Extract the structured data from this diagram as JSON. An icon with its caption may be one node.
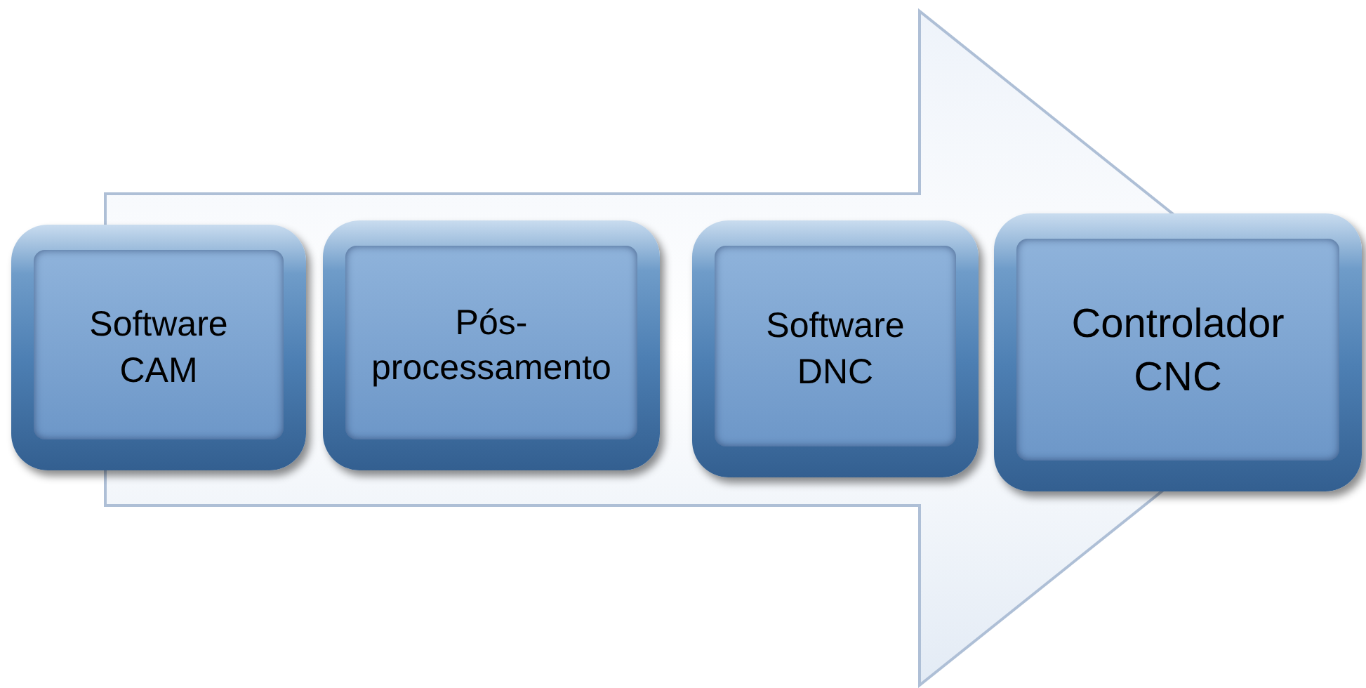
{
  "diagram": {
    "nodes": [
      {
        "text": [
          "Software CAM"
        ]
      },
      {
        "text": [
          "Pós-processamento"
        ]
      },
      {
        "text": [
          "Software DNC"
        ]
      },
      {
        "text": [
          "Controlador CNC"
        ]
      }
    ],
    "edges": [
      {
        "from": 0,
        "to": 3,
        "arrow": "to"
      }
    ]
  }
}
